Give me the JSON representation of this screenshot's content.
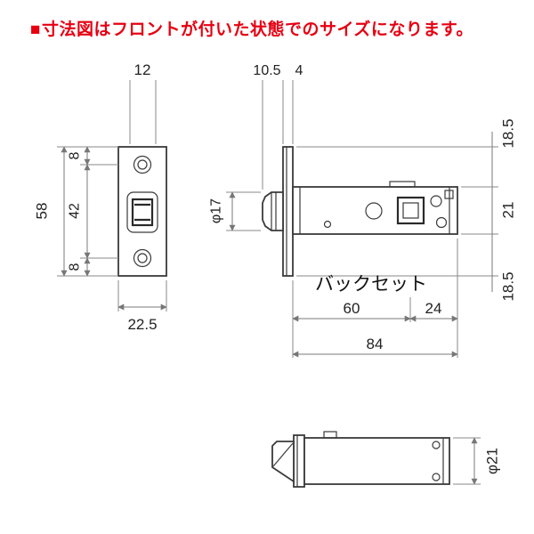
{
  "note": {
    "bullet": "■",
    "text": "寸法図はフロントが付いた状態でのサイズになります。",
    "color": "#e60012"
  },
  "front_view": {
    "bolt_width": "12",
    "plate_height": "58",
    "screw_offset_top": "8",
    "body_span": "42",
    "screw_offset_bottom": "8",
    "plate_width": "22.5"
  },
  "side_view": {
    "front_thickness": "10.5",
    "plate_thickness": "4",
    "bolt_diameter": "φ17",
    "top_offset": "18.5",
    "case_height": "21",
    "bottom_offset": "18.5",
    "backset_label": "バックセット",
    "backset": "60",
    "rear_length": "24",
    "total_length": "84"
  },
  "top_view": {
    "case_diameter": "φ21"
  }
}
